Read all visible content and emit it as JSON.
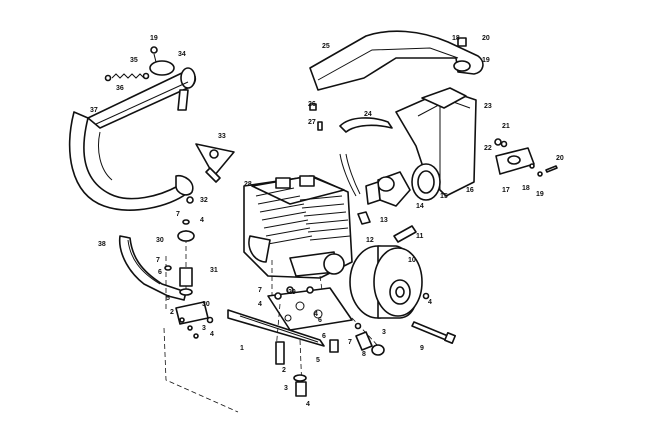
{
  "callouts": [
    "19",
    "34",
    "35",
    "36",
    "37",
    "33",
    "32",
    "7",
    "4",
    "38",
    "30",
    "7",
    "6",
    "31",
    "5",
    "2",
    "30",
    "4",
    "3",
    "28",
    "25",
    "18",
    "20",
    "19",
    "26",
    "24",
    "23",
    "27",
    "21",
    "22",
    "20",
    "17",
    "18",
    "19",
    "16",
    "15",
    "14",
    "13",
    "12",
    "11",
    "10",
    "4",
    "9",
    "6",
    "7",
    "8",
    "3",
    "7",
    "4",
    "29",
    "1",
    "2",
    "3",
    "4",
    "5",
    "6",
    "4"
  ],
  "colors": {
    "ink": "#111111",
    "paper": "#ffffff"
  }
}
